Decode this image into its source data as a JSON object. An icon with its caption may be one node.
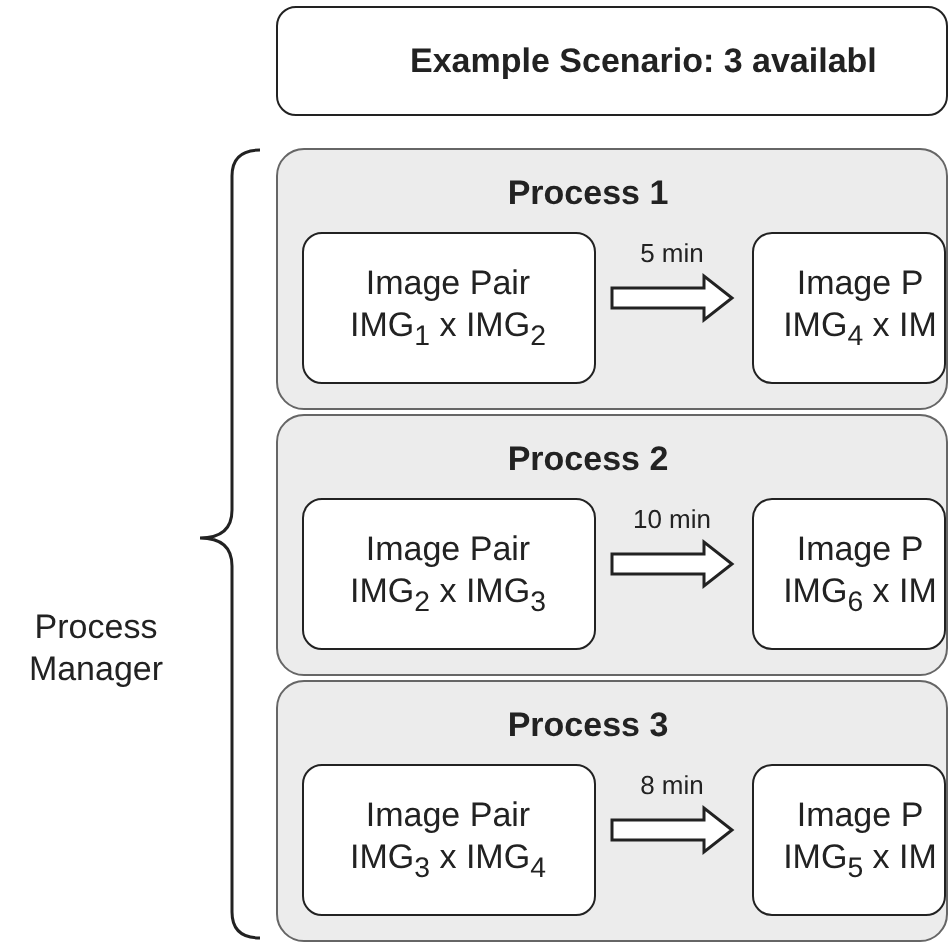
{
  "diagram": {
    "nodes": [
      {
        "text": [
          "Example Scenario: 3 availabl"
        ]
      },
      {
        "text": [
          "Process 1"
        ]
      },
      {
        "text": [
          "Image Pair IMG$_{1}$ x IMG$_{2}$"
        ],
        "in": 1
      },
      {
        "text": [
          "Image P IMG$_{4}$ x IM"
        ],
        "in": 1
      },
      {
        "text": [
          "Process 2"
        ]
      },
      {
        "text": [
          "Image Pair IMG$_{2}$ x IMG$_{3}$"
        ],
        "in": 4
      },
      {
        "text": [
          "Image P IMG$_{6}$ x IM"
        ],
        "in": 4
      },
      {
        "text": [
          "Process 3"
        ]
      },
      {
        "text": [
          "Image Pair IMG$_{3}$ x IMG$_{4}$"
        ],
        "in": 7
      },
      {
        "text": [
          "Image P IMG$_{5}$ x IM"
        ],
        "in": 7
      }
    ],
    "edges": [
      {
        "from": 2,
        "to": 3,
        "arrow": "to",
        "label": "5 min"
      },
      {
        "from": 5,
        "to": 6,
        "arrow": "to",
        "label": "10 min"
      },
      {
        "from": 8,
        "to": 9,
        "arrow": "to",
        "label": "8 min"
      }
    ],
    "labels": [
      "Process Manager"
    ]
  }
}
